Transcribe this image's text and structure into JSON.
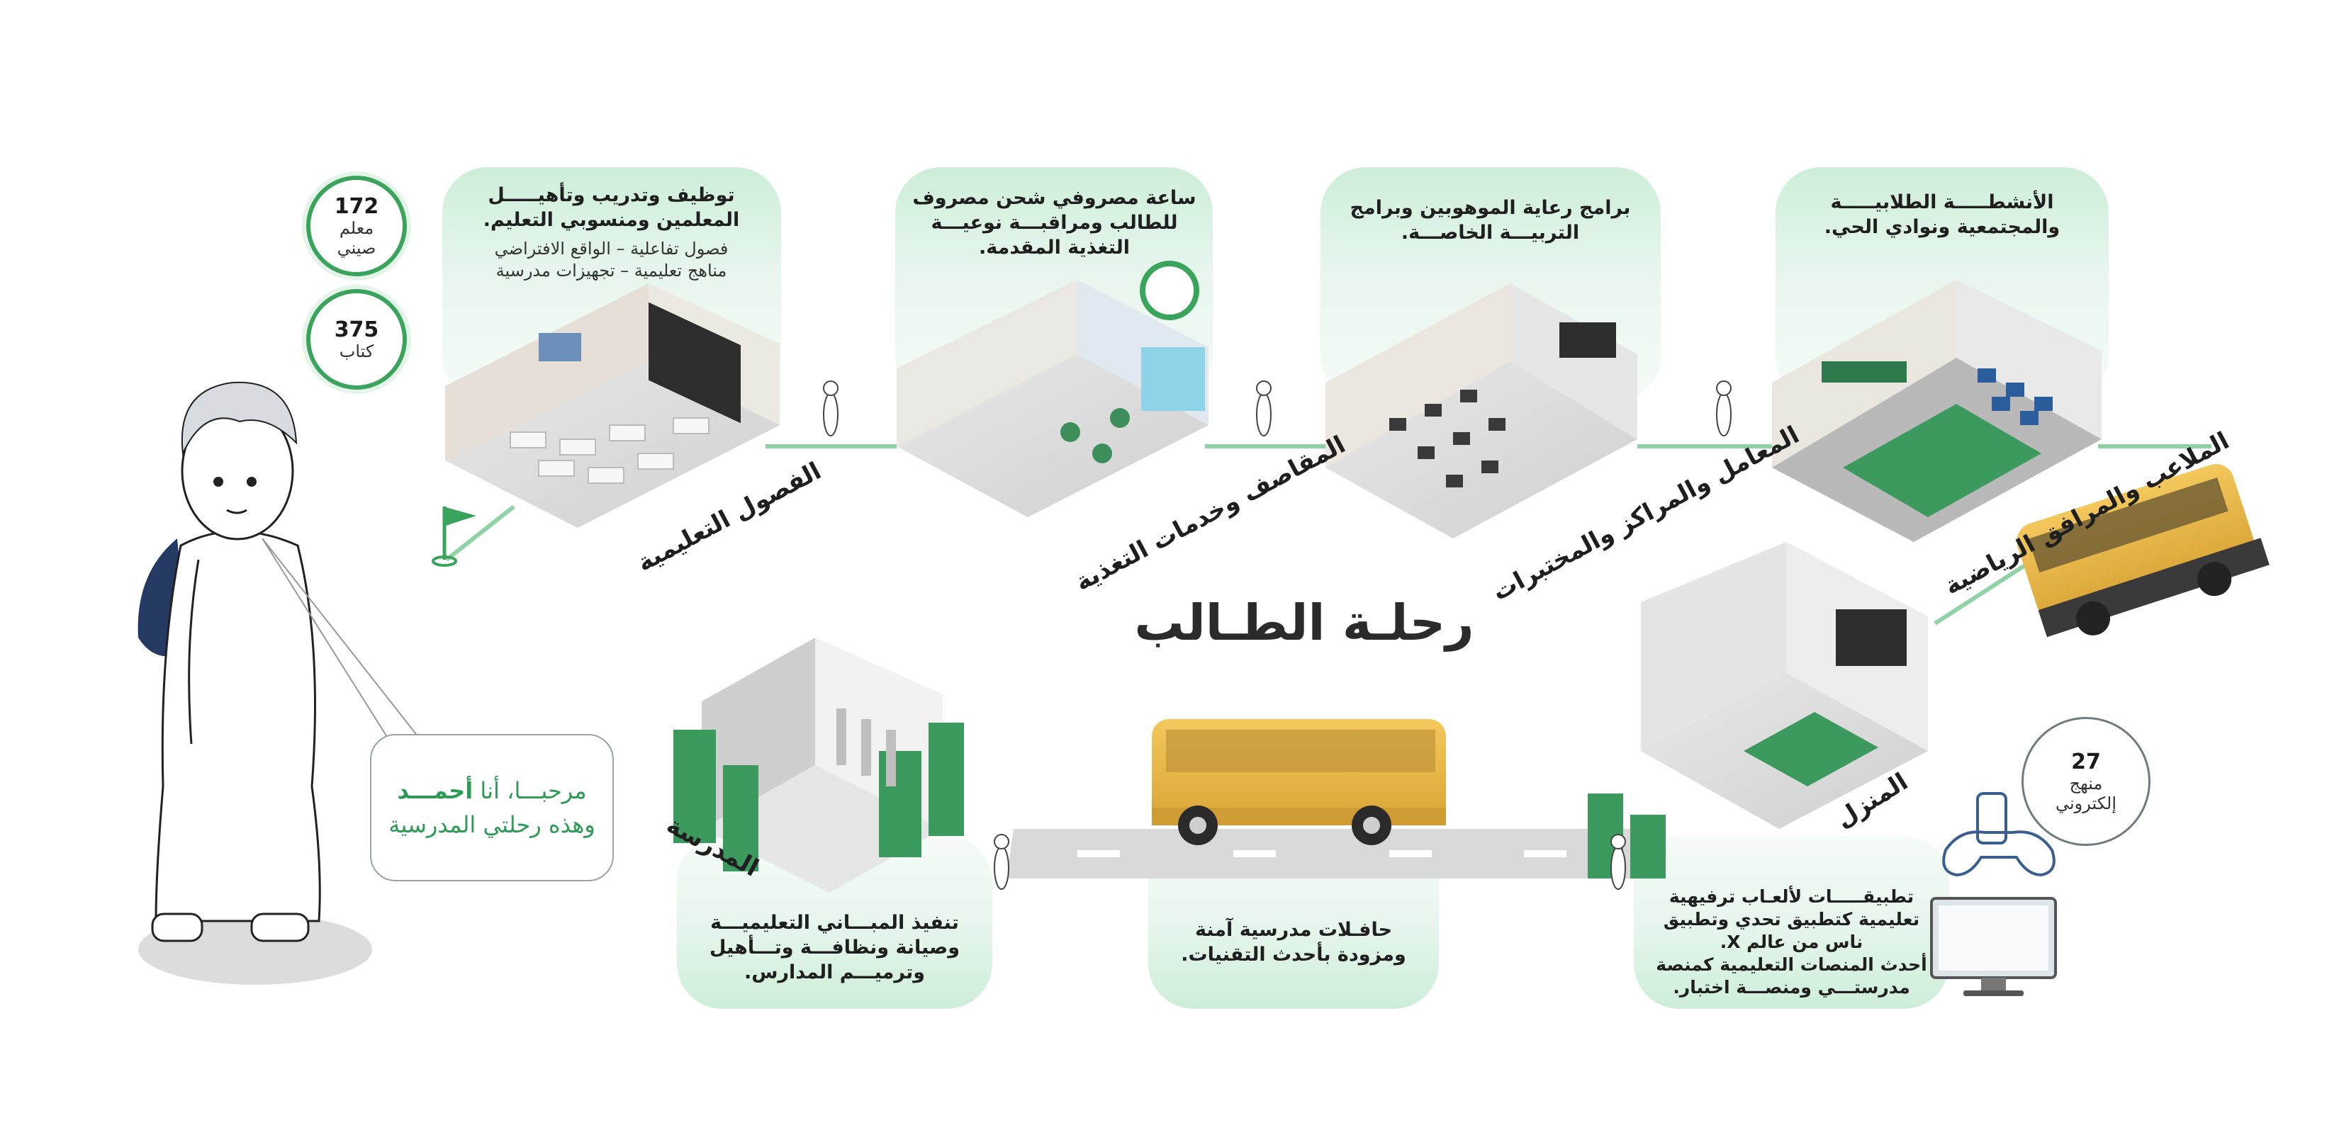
{
  "title": "رحلـة الطـالب",
  "colors": {
    "accent": "#3aa35c",
    "card": "#d6f1e0",
    "bus": "#e8b94a",
    "road": "#d9d9d9"
  },
  "stages_top": [
    {
      "id": "classrooms",
      "caption": "الفصول التعليمية",
      "text": [
        "توظيف وتدريب وتأهيـــــل",
        "المعلمين ومنسوبي التعليم."
      ],
      "subtext": [
        "فصول تفاعلية – الواقع الافتراضي",
        "مناهج تعليمية – تجهيزات مدرسية"
      ]
    },
    {
      "id": "cafeteria",
      "caption": "المقاصف وخدمات التغذية",
      "text": [
        "ساعة مصروفي شحن مصروف",
        "للطالب ومراقبـــة نوعيـــة",
        "التغذية المقدمة."
      ]
    },
    {
      "id": "labs",
      "caption": "المعامل والمراكز والمختبرات",
      "text": [
        "برامج رعاية الموهوبين وبرامج",
        "التربيـــة الخاصـــة."
      ]
    },
    {
      "id": "sports",
      "caption": "الملاعب والمرافق الرياضية",
      "text": [
        "الأنشطـــــة الطلابيـــــة",
        "والمجتمعية ونوادي الحي."
      ]
    }
  ],
  "stages_bottom": [
    {
      "id": "school",
      "caption": "المدرسة",
      "text": [
        "تنفيذ المبـــاني التعليميـــة",
        "وصيانة ونظافـــة وتـــأهيل",
        "وترميـــم المدارس."
      ]
    },
    {
      "id": "bus",
      "caption": "",
      "text": [
        "حافـلات مدرسية آمنة",
        "ومزودة بأحدث التقنيات."
      ]
    },
    {
      "id": "home",
      "caption": "المنزل",
      "text": [
        "تطبيقـــــات لألعـاب ترفيهية",
        "تعليمية كتطبيق تحدي وتطبيق",
        "ناس من عالم X.",
        "أحدث المنصات التعليمية كمنصة",
        "مدرستـــي ومنصـــة اختبار."
      ]
    }
  ],
  "stats": [
    {
      "num": "172",
      "label": [
        "معلم",
        "صيني"
      ]
    },
    {
      "num": "375",
      "label": [
        "كتاب"
      ]
    },
    {
      "num": "27",
      "label": [
        "منهج",
        "إلكتروني"
      ]
    }
  ],
  "greeting": {
    "line1_prefix": "مرحبـــا، أنا",
    "name": "أحمـــد",
    "line2": "وهذه رحلتي المدرسية"
  }
}
